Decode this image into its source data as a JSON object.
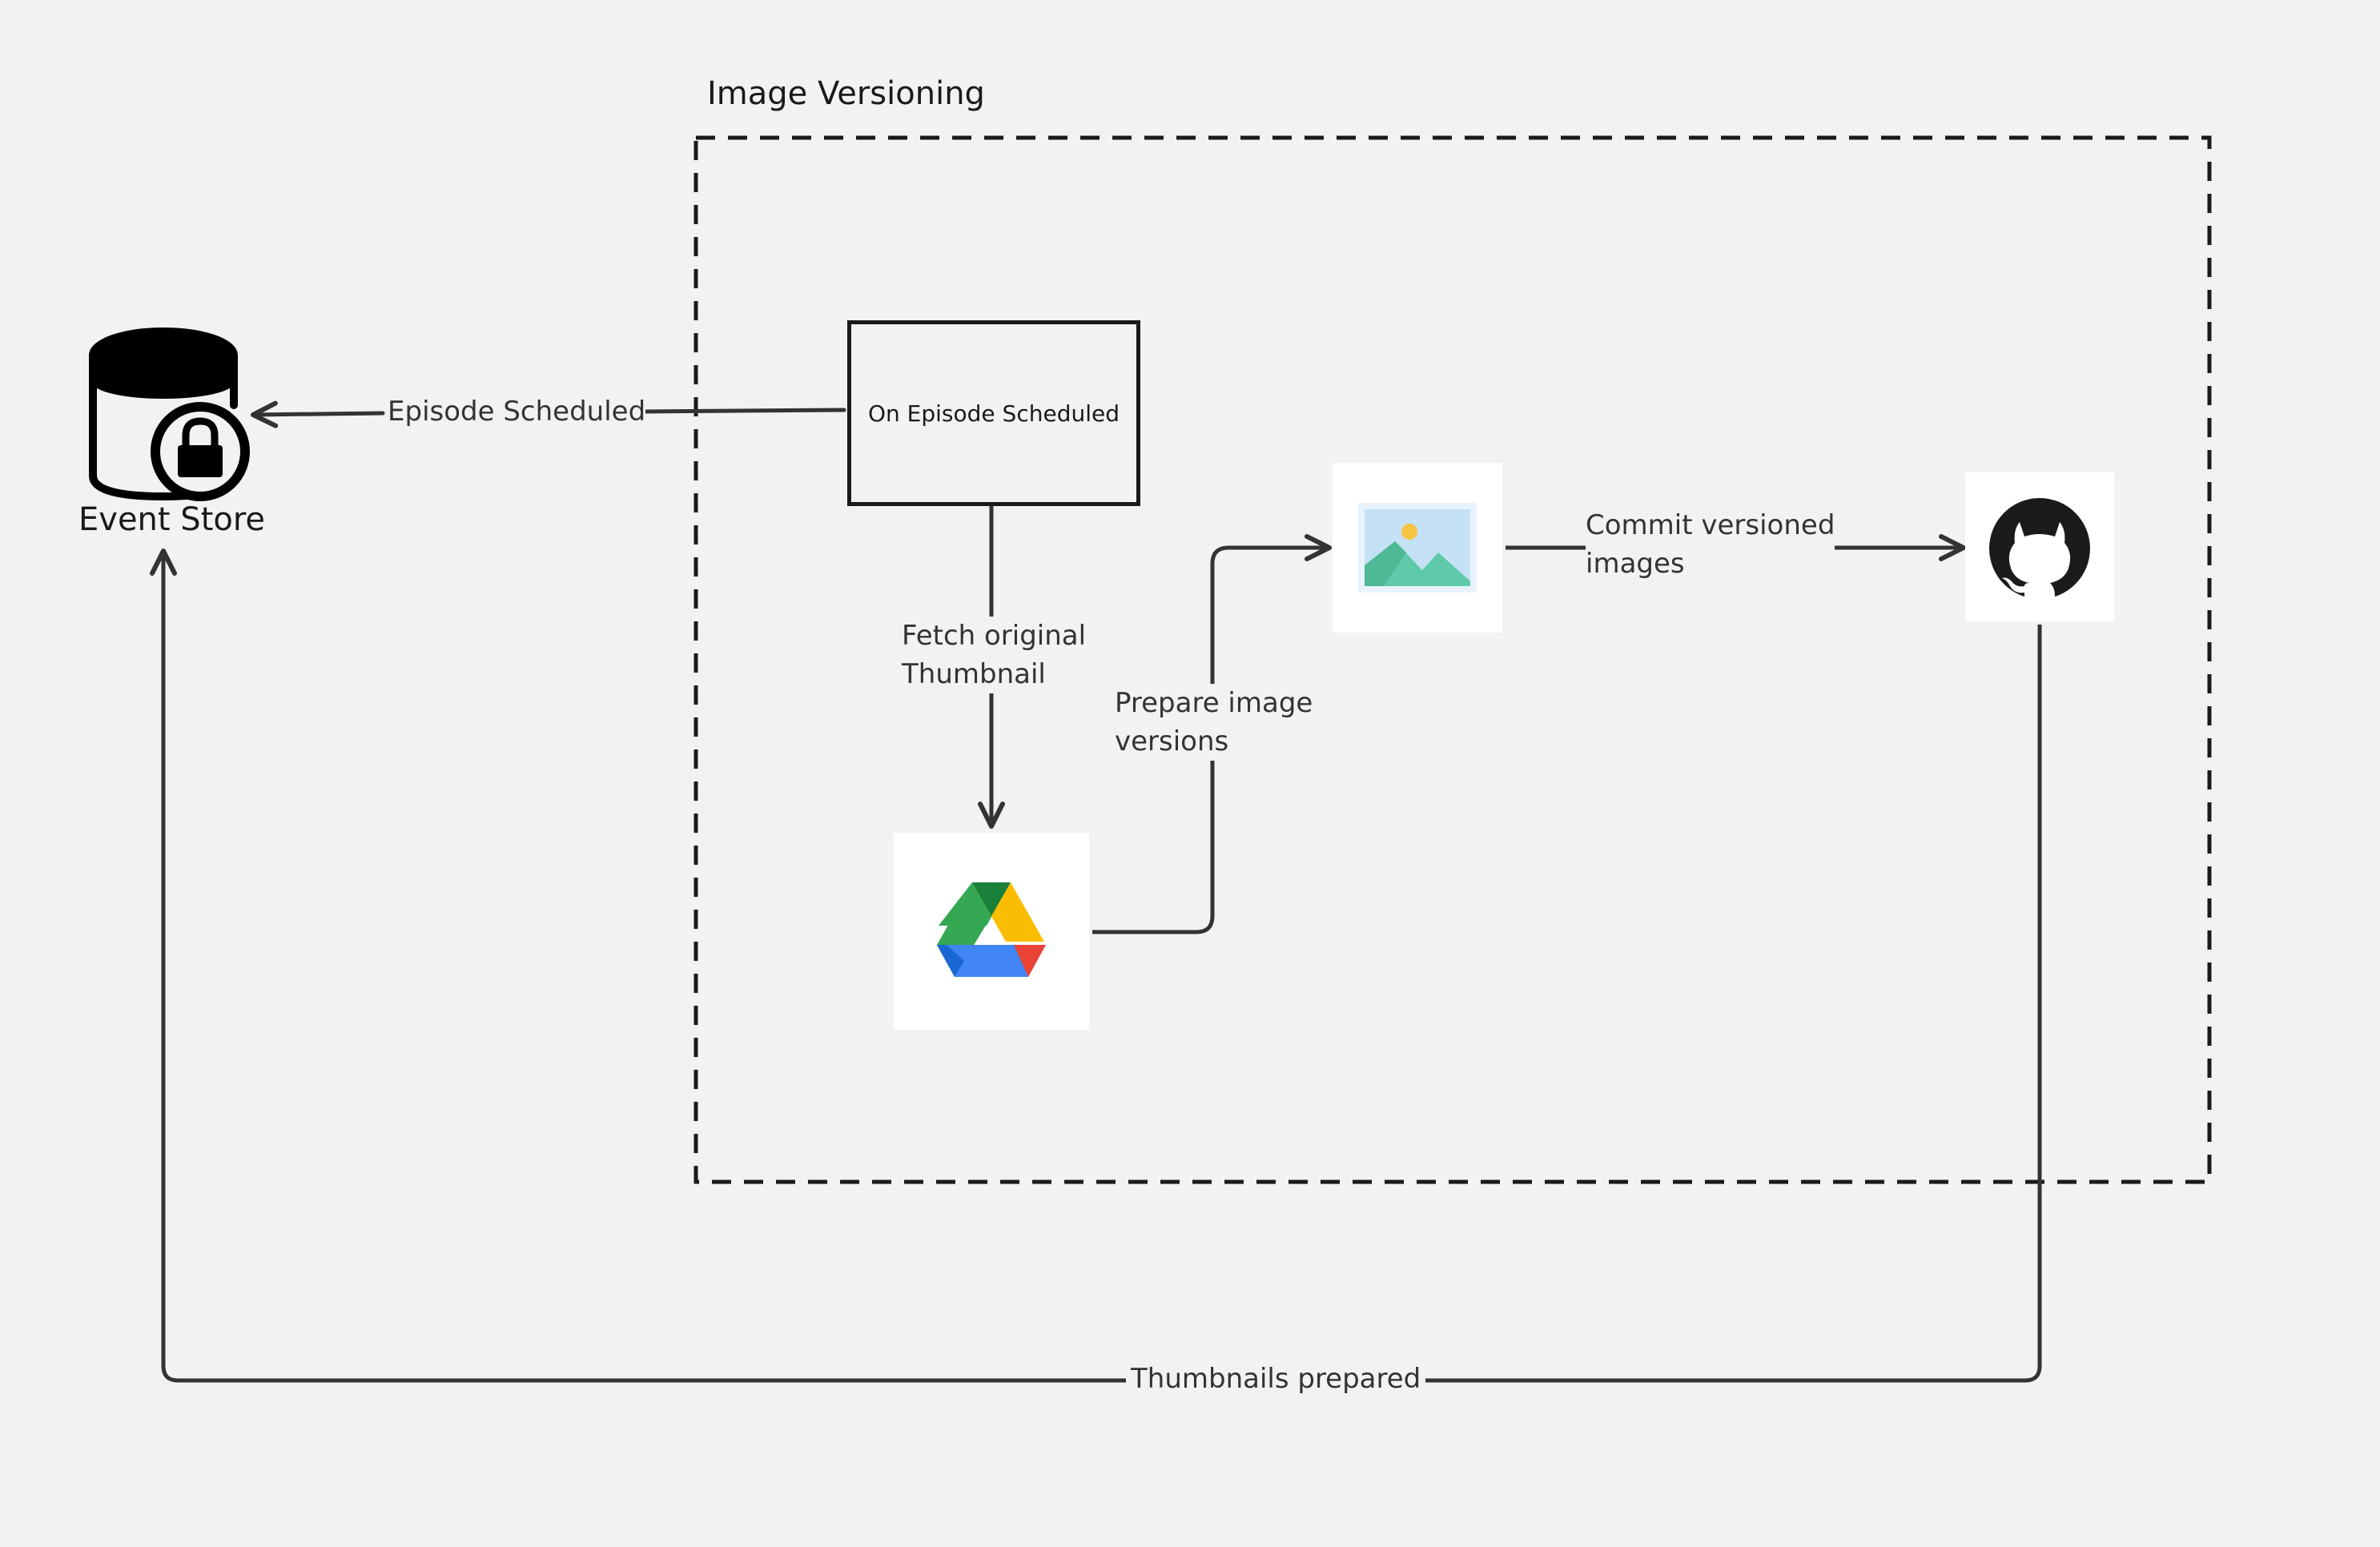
{
  "group": {
    "title": "Image Versioning"
  },
  "event_store": {
    "label": "Event Store",
    "icon": "database-lock-icon"
  },
  "process": {
    "label": "On Episode Scheduled"
  },
  "icons": {
    "drive": "google-drive-icon",
    "image": "image-placeholder-icon",
    "github": "github-icon"
  },
  "edges": {
    "episode_scheduled": "Episode Scheduled",
    "fetch_line1": "Fetch original",
    "fetch_line2": "Thumbnail",
    "prepare_line1": "Prepare image",
    "prepare_line2": "versions",
    "commit_line1": "Commit versioned",
    "commit_line2": "images",
    "thumbnails_prepared": "Thumbnails prepared"
  },
  "colors": {
    "background": "#f2f2f2",
    "line": "#333333",
    "drive_green": "#34a853",
    "drive_yellow": "#fbbc04",
    "drive_blue": "#4285f4",
    "drive_red": "#ea4335",
    "image_sky": "#c5e1f5",
    "image_hill": "#5ecaa9",
    "image_sun": "#f5c542"
  }
}
